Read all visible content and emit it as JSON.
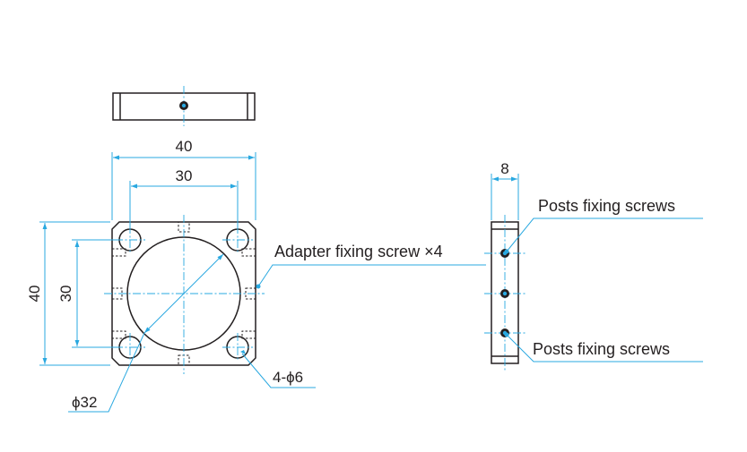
{
  "colors": {
    "outline": "#231f20",
    "dimension_line": "#29a8e0",
    "background": "#ffffff"
  },
  "dimensions": {
    "top_width": "40",
    "top_hole_spacing": "30",
    "left_height": "40",
    "left_hole_spacing": "30",
    "side_thickness": "8",
    "bore_diameter": "ϕ32",
    "corner_holes": "4-ϕ6"
  },
  "callouts": {
    "adapter_screws": "Adapter fixing screw ×4",
    "posts_screws_upper": "Posts fixing screws",
    "posts_screws_lower": "Posts fixing screws"
  }
}
